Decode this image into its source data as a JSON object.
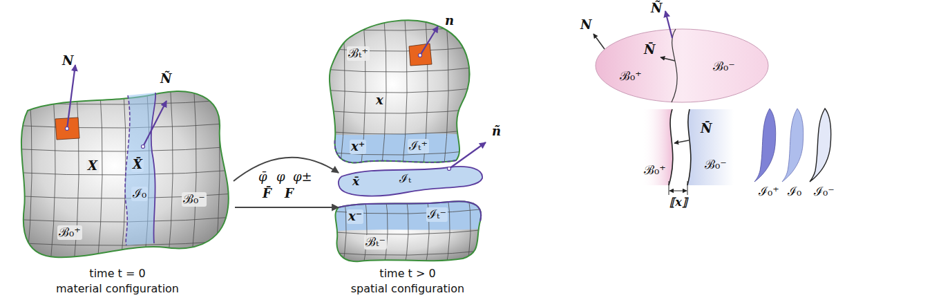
{
  "diagram": {
    "nodes": [
      {
        "text": [
          "X",
          "ℬ₀⁻",
          "ℬ₀⁺"
        ]
      },
      {
        "text": [
          "X̄",
          "ℐ₀"
        ],
        "in": 0
      },
      {
        "text": [
          "ℬₜ⁺",
          "x",
          "x⁺",
          "ℐₜ⁺"
        ]
      },
      {
        "text": [
          "x̄",
          "ℐₜ"
        ]
      },
      {
        "text": [
          "x⁻",
          "ℐₜ⁻",
          "ℬₜ⁻"
        ]
      },
      {
        "text": [
          "N̄",
          "ℬ₀⁺",
          "ℬ₀⁻"
        ]
      },
      {
        "text": [
          "ℬ₀⁺"
        ]
      },
      {
        "text": [
          "N̄",
          "ℬ₀⁻"
        ]
      },
      {
        "text": [
          "ℐ₀⁺"
        ]
      },
      {
        "text": [
          "ℐ₀"
        ]
      },
      {
        "text": [
          "ℐ₀⁻"
        ]
      }
    ],
    "labels": [
      "N",
      "Ñ",
      "φ̄",
      "φ",
      "φ±",
      "F̄",
      "F",
      "time t = 0",
      "material configuration",
      "time t > 0",
      "spatial configuration",
      "n",
      "ñ",
      "Ñ",
      "N",
      "⟦x⟧"
    ]
  }
}
